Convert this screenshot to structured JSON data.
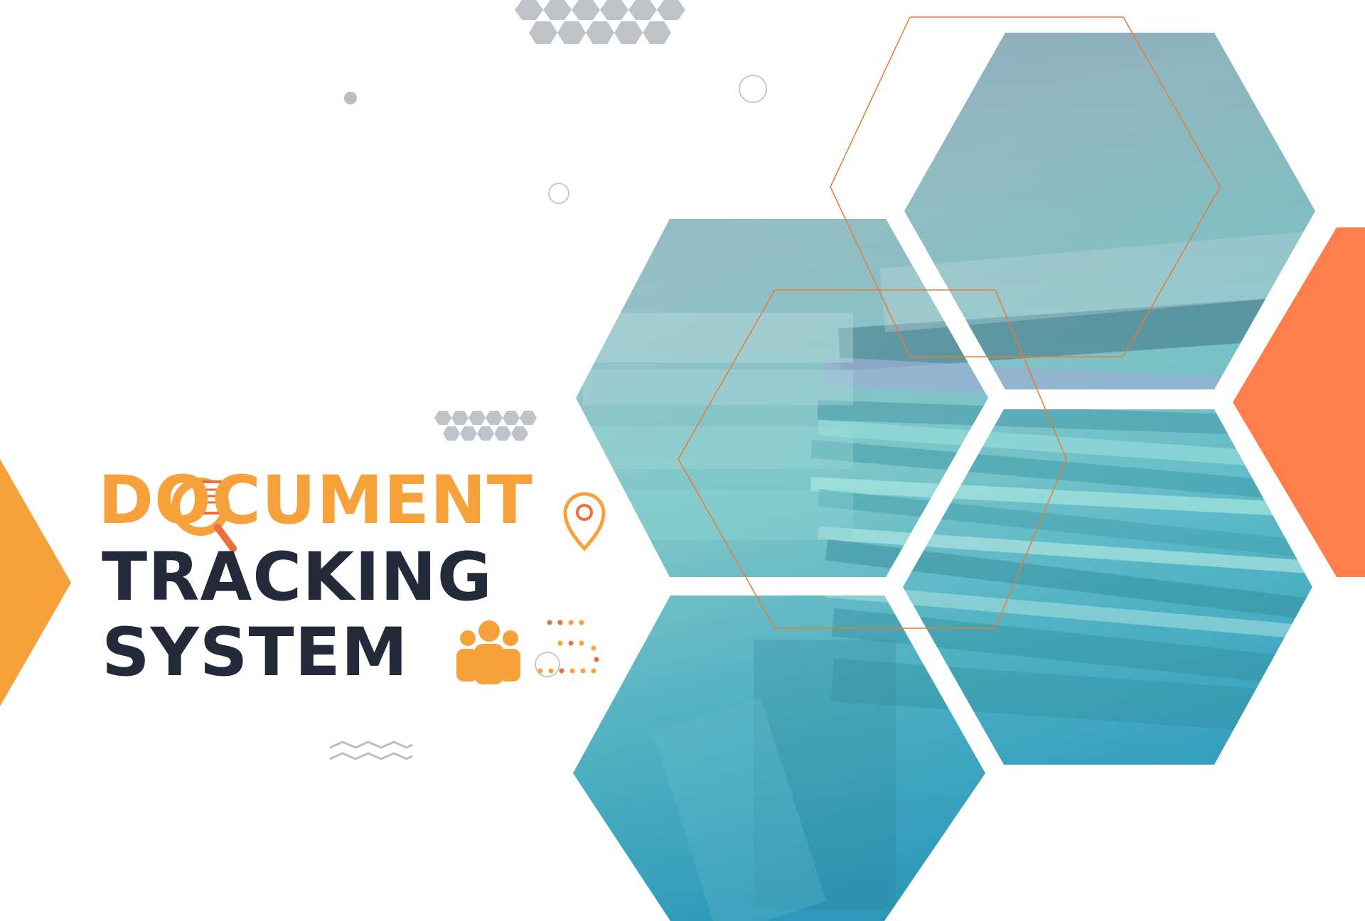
{
  "title": {
    "line1": "DOCUMENT",
    "line2": "TRACKING",
    "line3": "SYSTEM"
  },
  "colors": {
    "orange": "#F7A13A",
    "coral": "#FF7E4B",
    "navy": "#252A3A",
    "grey": "#B9BEC4",
    "outline": "#EB7A33",
    "photo_top": "#A9B8CC",
    "photo_mid": "#8FC9CF",
    "photo_bottom": "#38A8C6"
  },
  "icons": [
    "magnifier-document-icon",
    "location-pin-icon",
    "people-group-icon",
    "dotted-route-icon"
  ]
}
